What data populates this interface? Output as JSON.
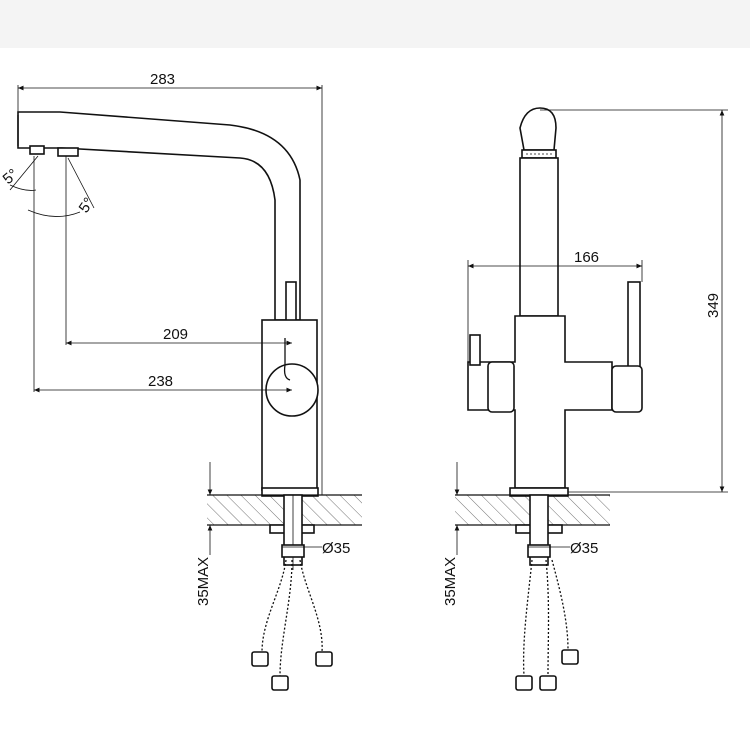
{
  "dimensions": {
    "spout_length": "283",
    "reach_front": "209",
    "reach_back": "238",
    "width": "166",
    "height": "349",
    "hole_diameter_left": "Ø35",
    "hole_diameter_right": "Ø35",
    "counter_thickness_left": "35MAX",
    "counter_thickness_right": "35MAX",
    "angle_left": "5°",
    "angle_right": "5°"
  },
  "colors": {
    "line": "#111111",
    "background": "#ffffff",
    "band": "#f4f4f4"
  }
}
